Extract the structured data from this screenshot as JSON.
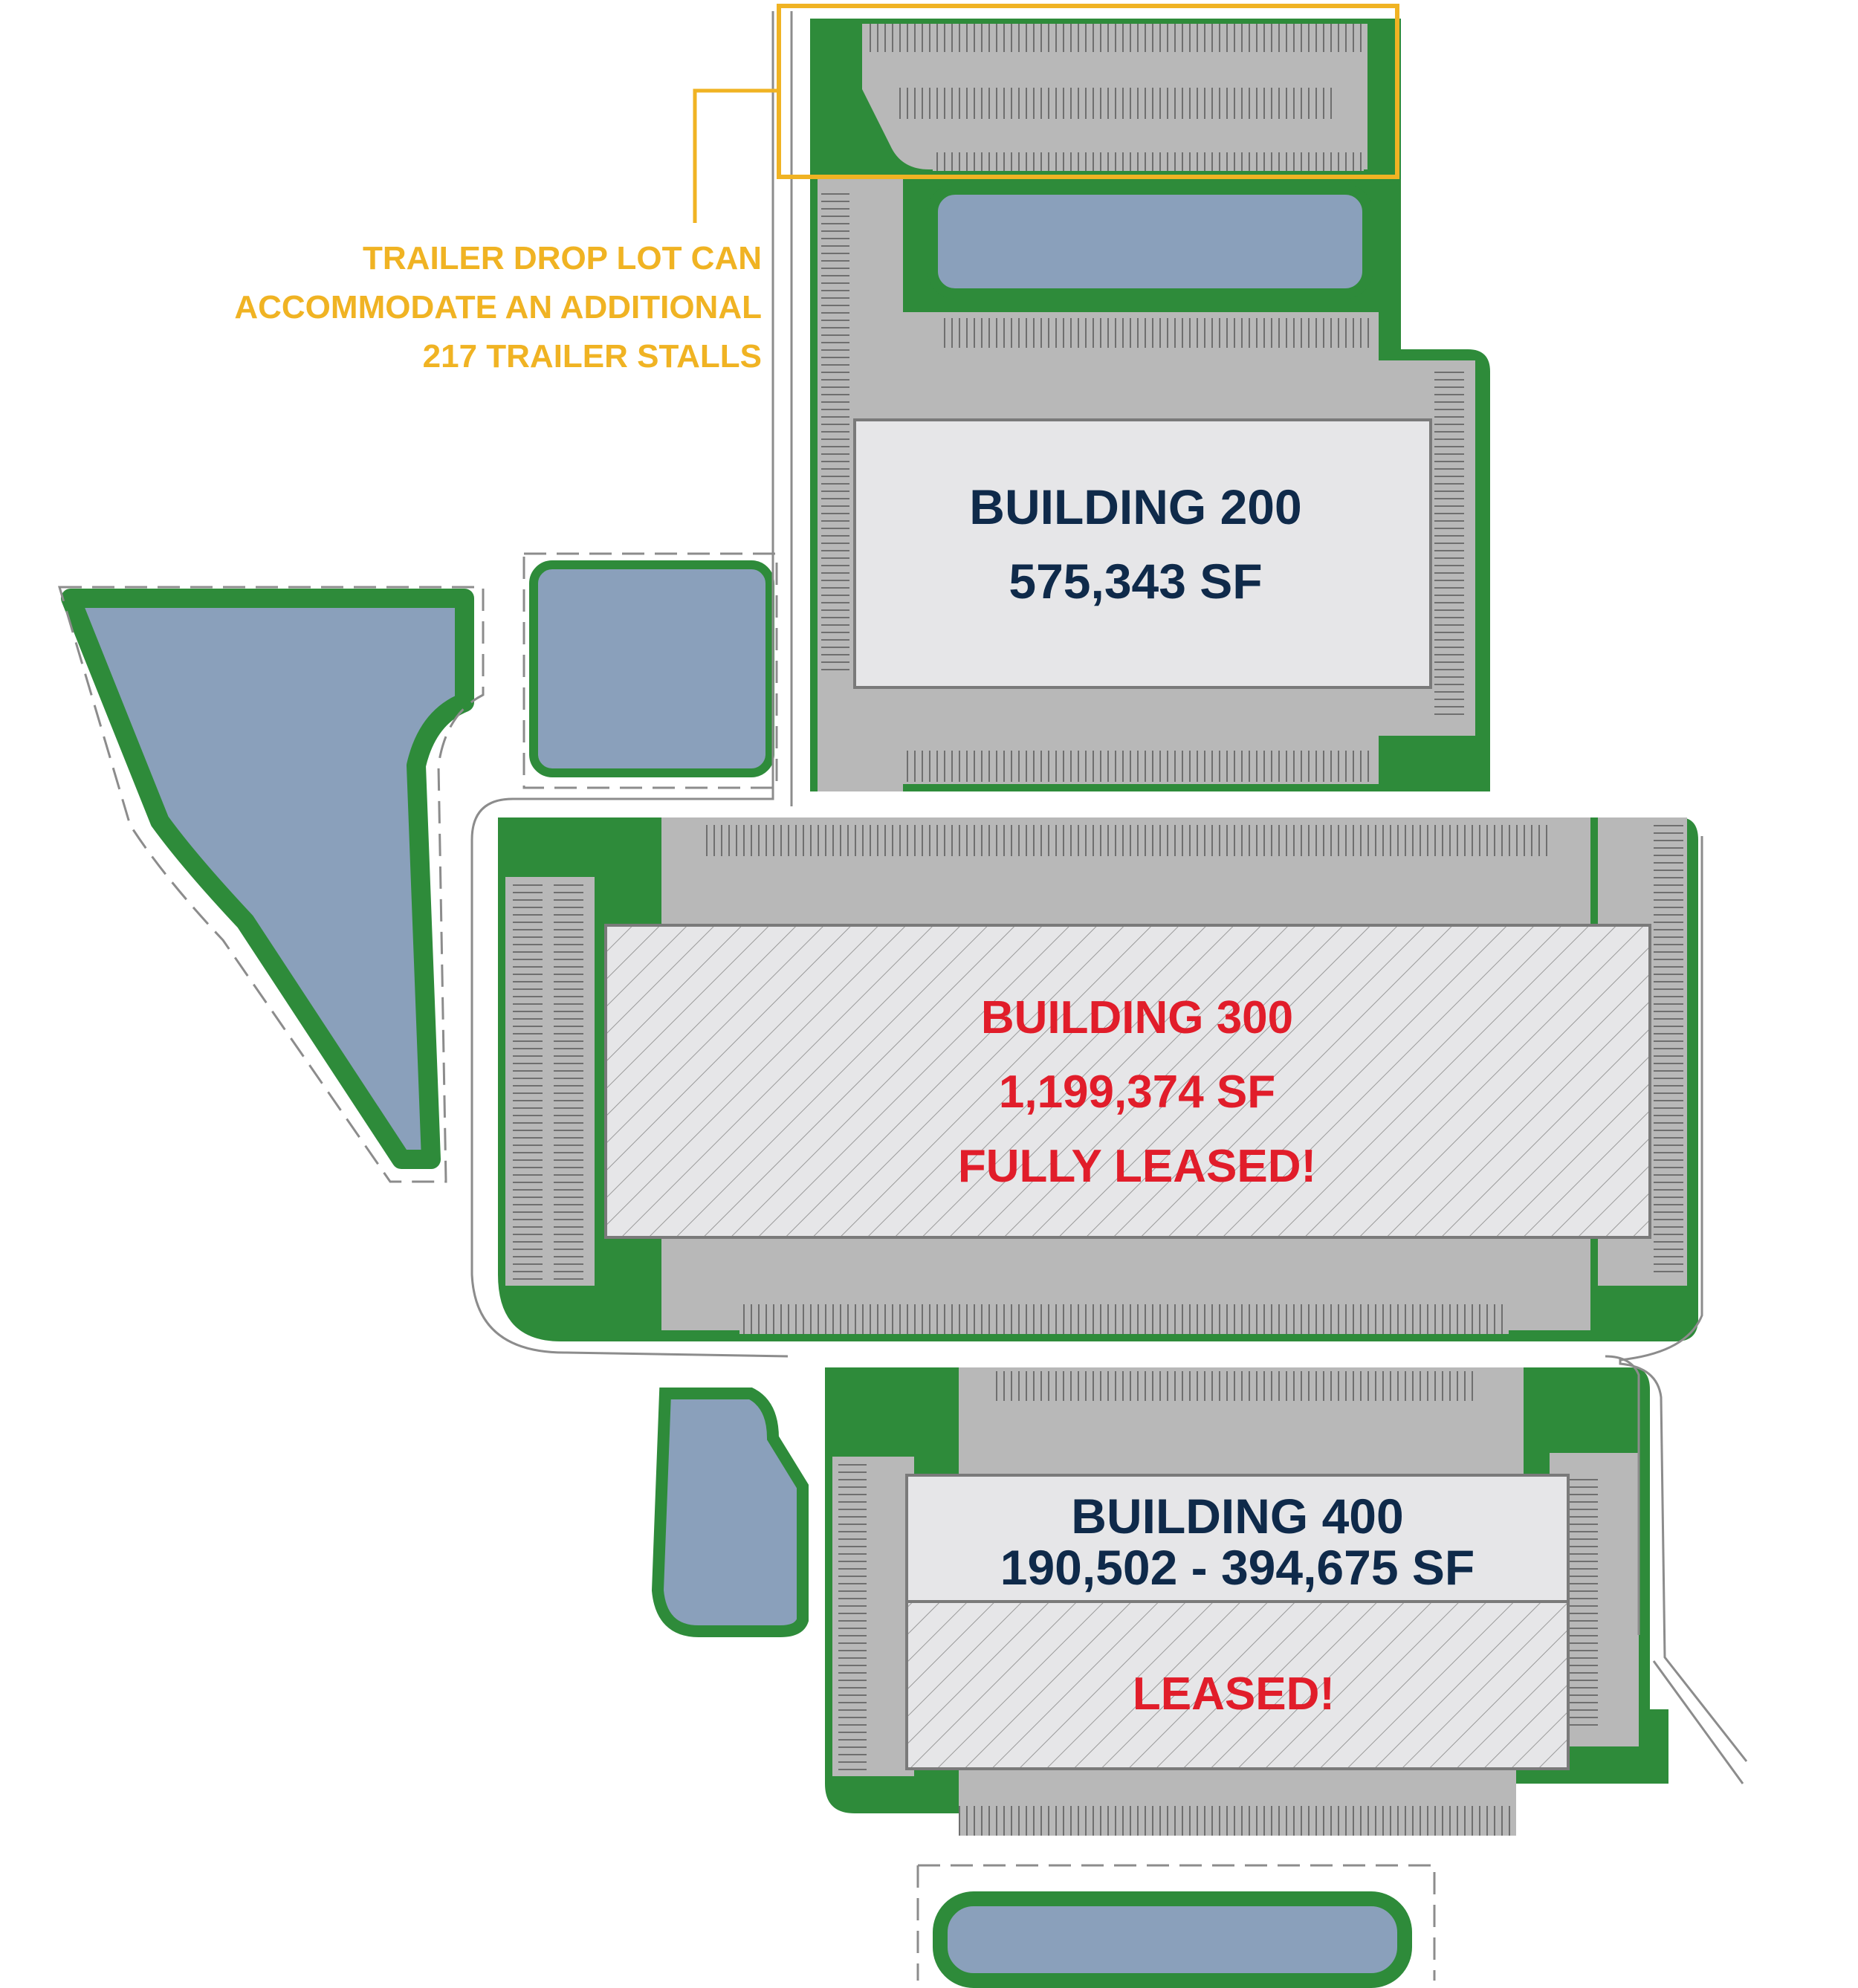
{
  "callout": {
    "line1": "TRAILER DROP LOT CAN",
    "line2": "ACCOMMODATE AN ADDITIONAL",
    "line3": "217 TRAILER STALLS"
  },
  "buildings": {
    "b200": {
      "name": "BUILDING 200",
      "area": "575,343 SF"
    },
    "b300": {
      "name": "BUILDING 300",
      "area": "1,199,374 SF",
      "status": "FULLY LEASED!"
    },
    "b400": {
      "name": "BUILDING 400",
      "area": "190,502 - 394,675 SF",
      "status": "LEASED!"
    }
  },
  "colors": {
    "landscape": "#2e8b3a",
    "pavement": "#b8b8b8",
    "water": "#8aa0bb",
    "building": "#e6e6e8",
    "available_text": "#0f2a4a",
    "leased_text": "#e11d2a",
    "callout": "#f0b323"
  }
}
